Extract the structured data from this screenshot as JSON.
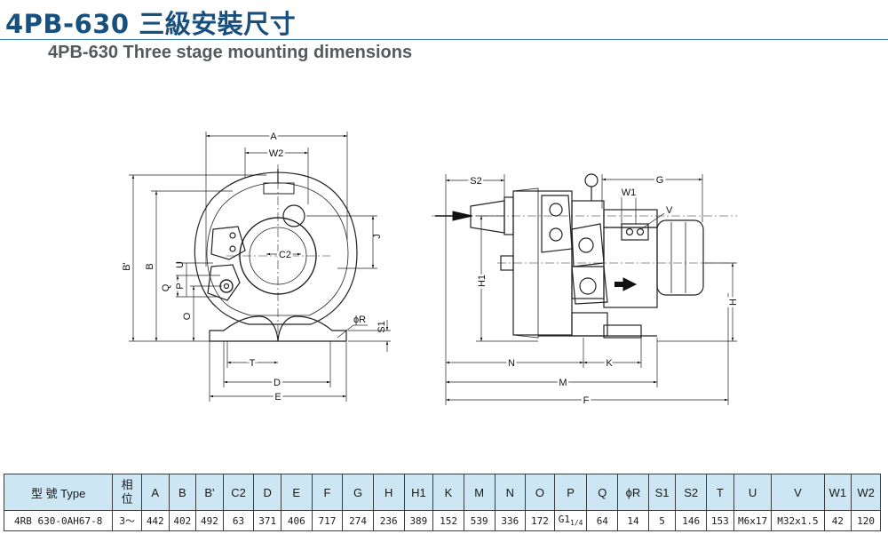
{
  "header": {
    "title": "4PB-630 三級安裝尺寸",
    "subtitle": "4PB-630 Three stage mounting dimensions"
  },
  "drawing_labels": {
    "front": {
      "A": "A",
      "W2": "W2",
      "C2": "C2",
      "J": "J",
      "B_prime": "B'",
      "B": "B",
      "Q": "Q",
      "P": "P",
      "U": "U",
      "O": "O",
      "T": "T",
      "D": "D",
      "E": "E",
      "phiR": "ϕR",
      "S1": "S1"
    },
    "side": {
      "S2": "S2",
      "W1": "W1",
      "G": "G",
      "V": "V",
      "H1": "H1",
      "H": "H",
      "N": "N",
      "K": "K",
      "M": "M",
      "F": "F"
    }
  },
  "table": {
    "type_label": "型 號 Type",
    "phase_label": [
      "相",
      "位"
    ],
    "columns": [
      "A",
      "B",
      "B'",
      "C2",
      "D",
      "E",
      "F",
      "G",
      "H",
      "H1",
      "K",
      "M",
      "N",
      "O",
      "P",
      "Q",
      "ϕR",
      "S1",
      "S2",
      "T",
      "U",
      "V",
      "W1",
      "W2"
    ],
    "row": {
      "model": "4RB 630-0AH67-8",
      "phase": "3〜",
      "values": [
        "442",
        "402",
        "492",
        "63",
        "371",
        "406",
        "717",
        "274",
        "236",
        "389",
        "152",
        "539",
        "336",
        "172",
        "G1",
        "64",
        "14",
        "5",
        "146",
        "153",
        "M6x17",
        "M32x1.5",
        "42",
        "120"
      ],
      "p_sub": "1/4"
    }
  }
}
